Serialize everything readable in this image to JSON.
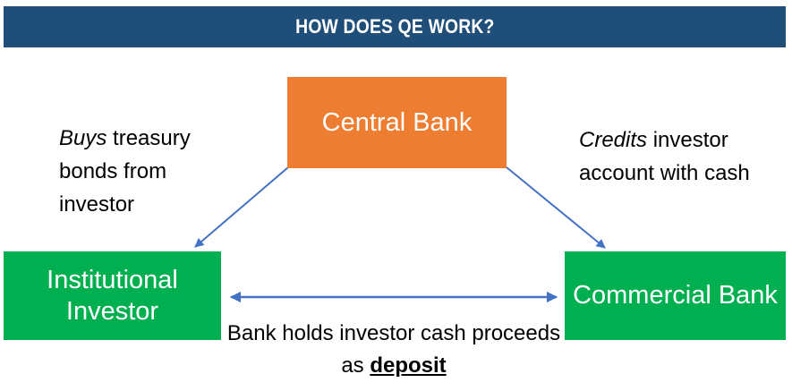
{
  "header": {
    "title": "HOW DOES QE WORK?",
    "background_color": "#1F4E79",
    "text_color": "#FFFFFF"
  },
  "colors": {
    "banner_blue": "#1F4E79",
    "central_bank_orange": "#ED7D31",
    "bank_green": "#00B050",
    "arrow_blue": "#4472C4",
    "body_text": "#000000"
  },
  "nodes": {
    "central_bank": {
      "label": "Central Bank",
      "fill": "#ED7D31",
      "text_color": "#FFFFFF"
    },
    "institutional_investor": {
      "label": "Institutional\nInvestor",
      "fill": "#00B050",
      "text_color": "#FFFFFF"
    },
    "commercial_bank": {
      "label": "Commercial\nBank",
      "fill": "#00B050",
      "text_color": "#FFFFFF"
    }
  },
  "annotations": {
    "left": {
      "emphasis": "Buys",
      "rest": " treasury bonds from investor",
      "full_text": "Buys treasury bonds from investor",
      "emphasis_style": "italic"
    },
    "right": {
      "emphasis": "Credits",
      "rest": " investor account with cash",
      "full_text": "Credits investor account with cash",
      "emphasis_style": "italic"
    },
    "bottom": {
      "prefix": "Bank holds investor cash proceeds as ",
      "emphasis": "deposit",
      "full_text": "Bank holds investor cash proceeds as deposit",
      "emphasis_style": "bold-underline"
    }
  },
  "arrows": [
    {
      "name": "central-bank-to-institutional-investor",
      "from": "central_bank",
      "to": "institutional_investor",
      "direction": "one-way",
      "color": "#4472C4"
    },
    {
      "name": "central-bank-to-commercial-bank",
      "from": "central_bank",
      "to": "commercial_bank",
      "direction": "one-way",
      "color": "#4472C4"
    },
    {
      "name": "investor-bank-deposit-link",
      "from": "institutional_investor",
      "to": "commercial_bank",
      "direction": "two-way",
      "color": "#4472C4"
    }
  ]
}
